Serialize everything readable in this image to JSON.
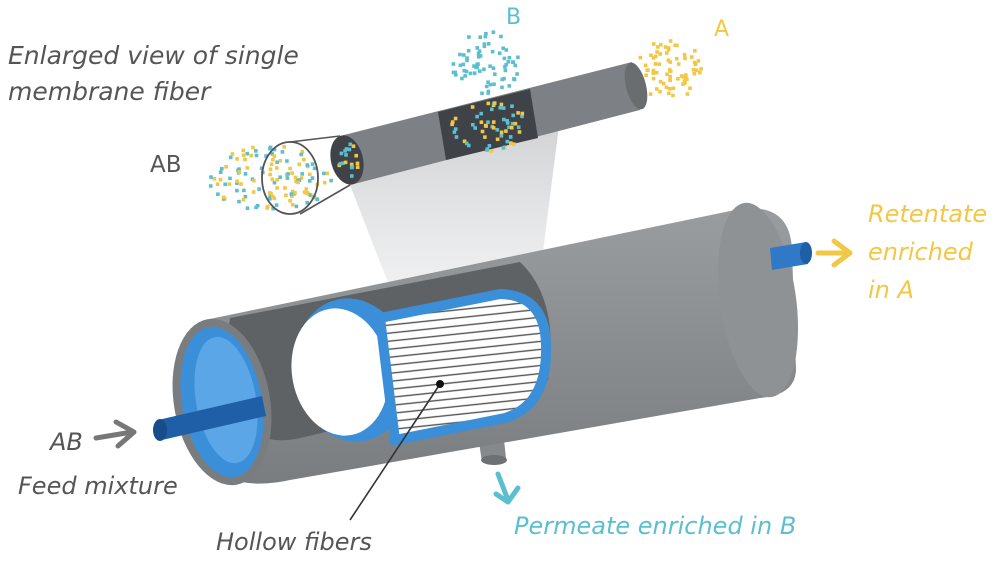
{
  "labels": {
    "enlarged_line1": "Enlarged view of single",
    "enlarged_line2": "membrane fiber",
    "ab_top": "AB",
    "b_top": "B",
    "a_top": "A",
    "retentate_line1": "Retentate",
    "retentate_line2": "enriched",
    "retentate_line3": "in A",
    "feed_ab": "AB",
    "feed_mixture": "Feed mixture",
    "hollow_fibers": "Hollow fibers",
    "permeate": "Permeate enriched in B"
  },
  "colors": {
    "gas_a": "#f2c744",
    "gas_b": "#5bbfcf",
    "shell": "#8a8d90",
    "shell_dark": "#6e7174",
    "blue": "#3a8fd8",
    "blue_dark": "#1f5fa8",
    "text_gray": "#555555"
  },
  "icons": {
    "retentate_arrow": "arrow-right-icon",
    "feed_arrow": "arrow-right-icon",
    "permeate_arrow": "arrow-down-icon"
  }
}
